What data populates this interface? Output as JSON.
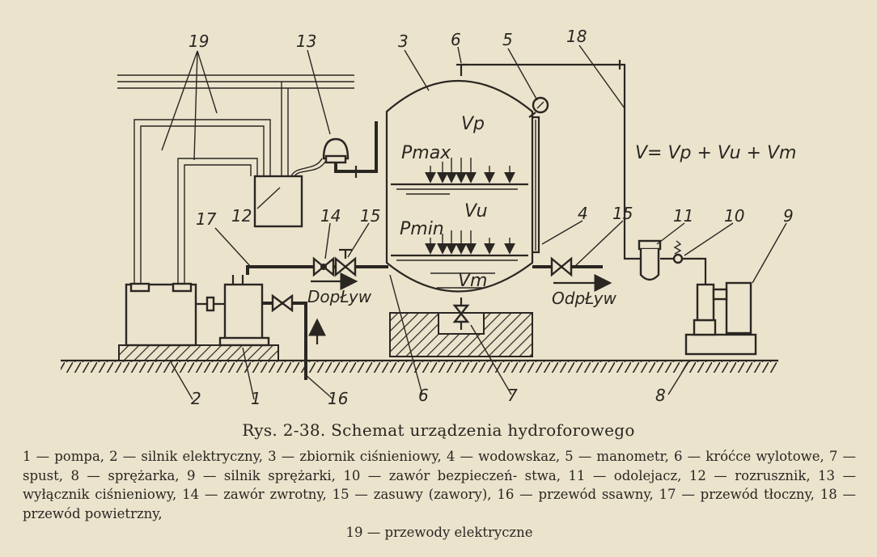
{
  "diagram": {
    "labels": {
      "n1": "1",
      "n2": "2",
      "n3": "3",
      "n4": "4",
      "n5": "5",
      "n6a": "6",
      "n6b": "6",
      "n7": "7",
      "n8": "8",
      "n9": "9",
      "n10": "10",
      "n11": "11",
      "n12": "12",
      "n13": "13",
      "n14": "14",
      "n15a": "15",
      "n15b": "15",
      "n16": "16",
      "n17": "17",
      "n18": "18",
      "n19": "19"
    },
    "symbols": {
      "vp": "Vp",
      "vu": "Vu",
      "vm": "Vm",
      "pmax": "Pmax",
      "pmin": "Pmin"
    },
    "flow": {
      "inlet": "DopŁyw",
      "outlet": "OdpŁyw"
    },
    "formula": "V= Vp + Vu + Vm"
  },
  "caption": "Rys. 2-38. Schemat urządzenia hydroforowego",
  "legend": {
    "line1": "1 — pompa, 2 — silnik elektryczny, 3 — zbiornik ciśnieniowy, 4 — wodowskaz, 5 — manometr,",
    "line2": "6 — króćce wylotowe, 7 — spust, 8 — sprężarka, 9 — silnik sprężarki, 10 — zawór bezpieczeń-",
    "line3": "stwa, 11 — odolejacz, 12 — rozrusznik, 13 — wyłącznik ciśnieniowy, 14 — zawór zwrotny, 15 —",
    "line4": "zasuwy (zawory), 16 — przewód ssawny, 17 — przewód tłoczny, 18 — przewód powietrzny,",
    "line5": "19 — przewody elektryczne"
  }
}
